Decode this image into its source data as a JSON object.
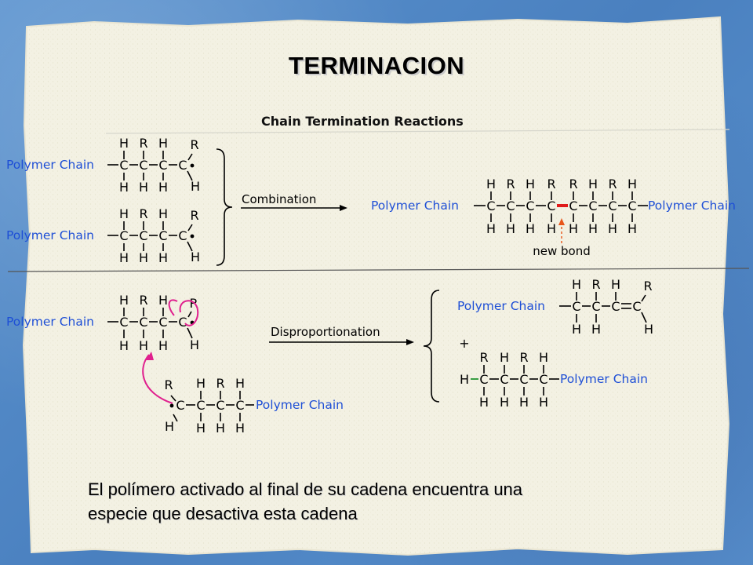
{
  "slide": {
    "title": "TERMINACION",
    "caption_line1": "El polímero activado  al final de su cadena encuentra una",
    "caption_line2": "especie que desactiva esta cadena"
  },
  "diagram": {
    "heading": "Chain Termination Reactions",
    "chain_label": "Polymer Chain",
    "combination_label": "Combination",
    "new_bond_label": "new bond",
    "disproportionation_label": "Disproportionation",
    "plus": "+",
    "atoms": {
      "C": "C",
      "H": "H",
      "R": "R"
    }
  },
  "colors": {
    "chain_blue": "#1e4fd6",
    "pink": "#e0208e",
    "green": "#0b8a1c",
    "orange": "#e8561a",
    "red_bond": "#e01a1a",
    "paper": "#f3f1e3",
    "background": "#4f88c6"
  }
}
